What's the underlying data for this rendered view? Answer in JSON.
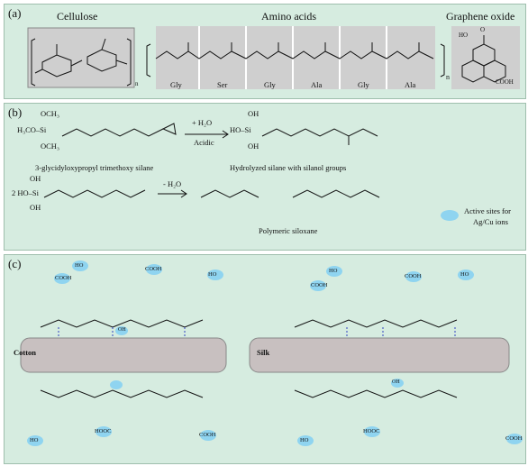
{
  "panel_a": {
    "label": "(a)",
    "cellulose_title": "Cellulose",
    "amino_title": "Amino acids",
    "graphene_title": "Graphene oxide",
    "residues": [
      "Gly",
      "Ser",
      "Gly",
      "Ala",
      "Gly",
      "Ala"
    ],
    "n_label": "n",
    "cellulose_n": "n",
    "go_labels": [
      "HO",
      "O",
      "COOH"
    ]
  },
  "panel_b": {
    "label": "(b)",
    "reagent_top": "+ H₂O",
    "reagent_bottom": "Acidic",
    "reactant_caption": "3-glycidyloxypropyl trimethoxy silane",
    "product_caption": "Hydrolyzed silane with silanol groups",
    "condense_reagent": "- H₂O",
    "polymer_caption": "Polymeric siloxane",
    "legend_text_line1": "Active sites for",
    "legend_text_line2": "Ag/Cu ions",
    "silane_labels": [
      "OCH₃",
      "H₃CO–Si",
      "OCH₃",
      "OH",
      "HO–Si",
      "OH",
      "2 HO–Si",
      "OH",
      "OH"
    ],
    "site_color": "#8fd4f0"
  },
  "panel_c": {
    "label": "(c)",
    "cotton_label": "Cotton",
    "silk_label": "Silk",
    "cooh": "COOH",
    "hooc": "HOOC",
    "ho": "HO",
    "oh": "OH"
  }
}
